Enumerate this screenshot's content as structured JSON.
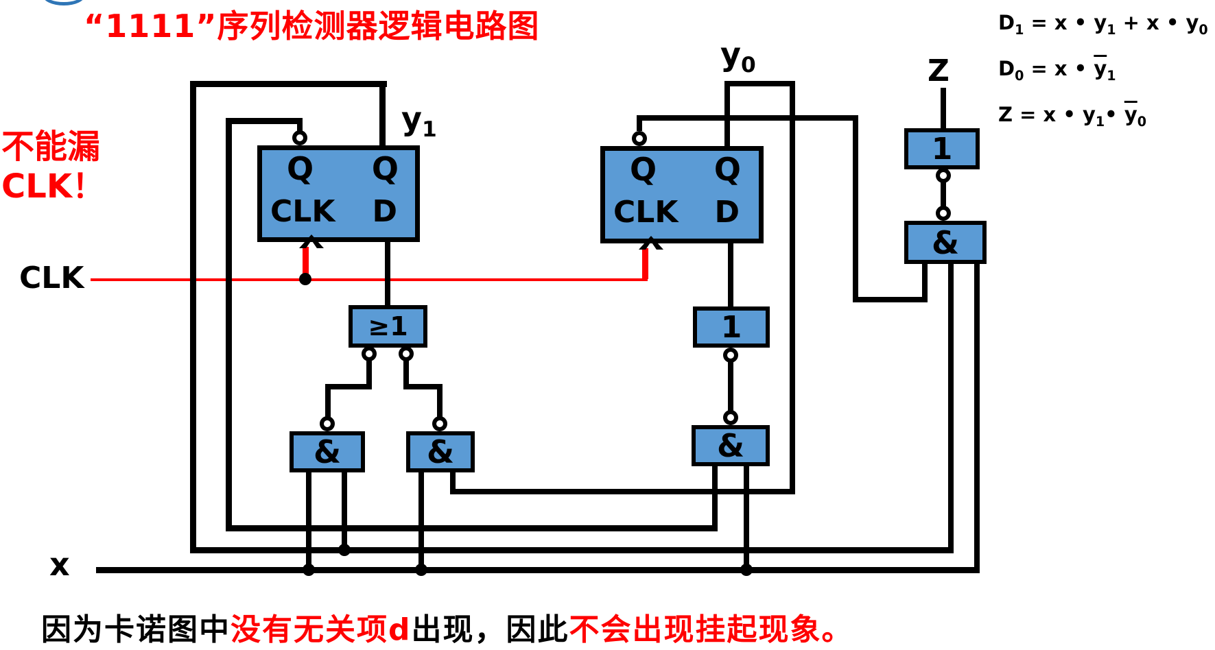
{
  "title": "“1111”序列检测器逻辑电路图",
  "warning": {
    "line1": "不能漏",
    "line2": "CLK！"
  },
  "clk_label": "CLK",
  "x_label": "x",
  "z_label": "Z",
  "signals": {
    "y1": {
      "base": "y",
      "sub": "1"
    },
    "y0": {
      "base": "y",
      "sub": "0"
    }
  },
  "flip_flop_labels": {
    "q_bar": "Q",
    "q": "Q",
    "clk": "CLK",
    "d": "D"
  },
  "gate_labels": {
    "or": "≥1",
    "and": "&",
    "buffer": "1"
  },
  "equations": [
    [
      {
        "t": "D"
      },
      {
        "sub": "1"
      },
      {
        "t": " = x • y"
      },
      {
        "sub": "1"
      },
      {
        "t": " + x • y"
      },
      {
        "sub": "0"
      }
    ],
    [
      {
        "t": "D"
      },
      {
        "sub": "0"
      },
      {
        "t": " = x • "
      },
      {
        "ov": "y"
      },
      {
        "sub": "1"
      }
    ],
    [
      {
        "t": "Z = x • y"
      },
      {
        "sub": "1"
      },
      {
        "t": "• "
      },
      {
        "ov": "y"
      },
      {
        "sub": "0"
      }
    ]
  ],
  "caption": [
    {
      "text": "因为卡诺图中",
      "color": "#000000"
    },
    {
      "text": "没有无关项d",
      "color": "#ff0000"
    },
    {
      "text": "出现，因此",
      "color": "#000000"
    },
    {
      "text": "不会出现挂起现象。",
      "color": "#ff0000"
    }
  ],
  "colors": {
    "gate_fill": "#5b9bd5",
    "wire": "#000000",
    "accent_red": "#ff0000",
    "logo_blue": "#2e75b6"
  }
}
